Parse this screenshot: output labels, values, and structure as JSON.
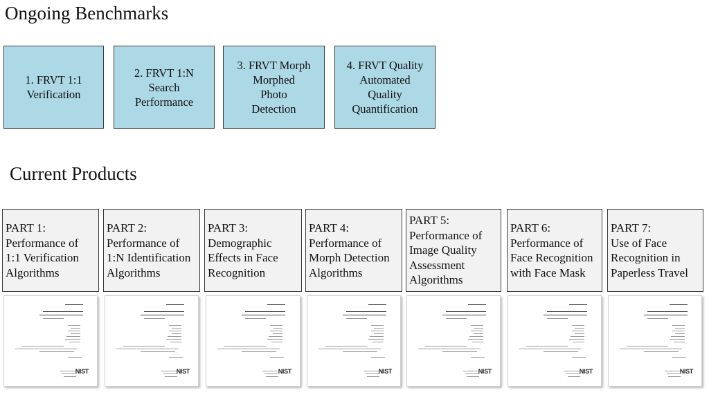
{
  "sections": {
    "benchmarks_title": "Ongoing Benchmarks",
    "products_title": "Current Products"
  },
  "benchmarks": [
    {
      "label": "1. FRVT 1:1\nVerification"
    },
    {
      "label": "2. FRVT 1:N\nSearch\nPerformance"
    },
    {
      "label": "3. FRVT Morph\nMorphed\nPhoto\nDetection"
    },
    {
      "label": "4. FRVT Quality\nAutomated\nQuality\nQuantification"
    }
  ],
  "products": [
    {
      "label": "PART 1:\nPerformance of\n1:1 Verification\nAlgorithms"
    },
    {
      "label": "PART 2:\nPerformance of\n1:N Identification\nAlgorithms"
    },
    {
      "label": "PART 3:\nDemographic\nEffects in Face\nRecognition"
    },
    {
      "label": "PART 4:\nPerformance of\nMorph Detection\nAlgorithms"
    },
    {
      "label": "PART 5:\nPerformance of\nImage Quality\nAssessment\nAlgorithms"
    },
    {
      "label": "PART 6:\nPerformance of\nFace Recognition\nwith Face Mask"
    },
    {
      "label": "PART 7:\nUse of Face\nRecognition in\nPaperless Travel"
    }
  ],
  "thumbnail": {
    "logo": "NIST"
  },
  "colors": {
    "benchmark_fill": "#add8e6",
    "product_fill": "#f2f2f2",
    "border": "#3a3a3a"
  }
}
